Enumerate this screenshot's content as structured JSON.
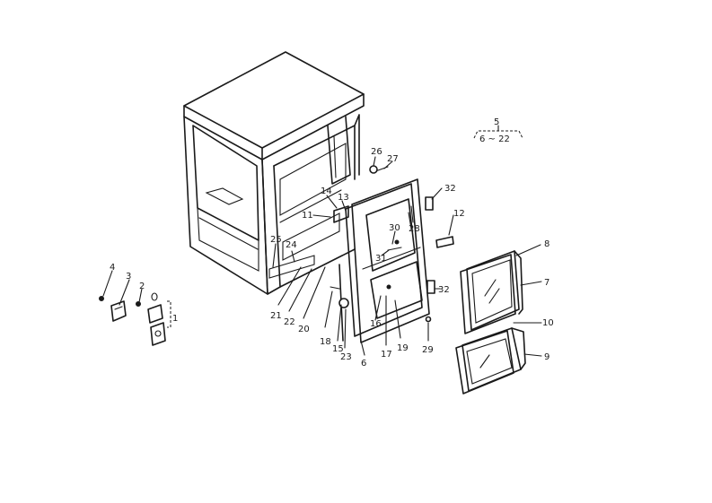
{
  "callouts": {
    "c1": "1",
    "c2": "2",
    "c3": "3",
    "c4": "4",
    "c5": "5",
    "c5range": "6 ~ 22",
    "c6": "6",
    "c7": "7",
    "c8": "8",
    "c9": "9",
    "c10": "10",
    "c11": "11",
    "c12": "12",
    "c13": "13",
    "c14": "14",
    "c15": "15",
    "c16": "16",
    "c17": "17",
    "c18": "18",
    "c19": "19",
    "c20": "20",
    "c21": "21",
    "c22": "22",
    "c23": "23",
    "c24": "24",
    "c25": "25",
    "c26": "26",
    "c27": "27",
    "c28": "28",
    "c29": "29",
    "c30": "30",
    "c31": "31",
    "c32a": "32",
    "c32b": "32"
  }
}
